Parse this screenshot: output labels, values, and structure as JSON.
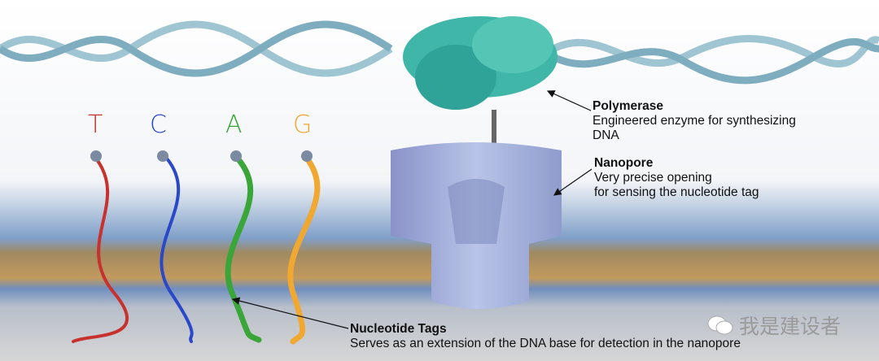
{
  "bases": [
    {
      "letter": "T",
      "color": "#c8322e"
    },
    {
      "letter": "C",
      "color": "#2a48c8"
    },
    {
      "letter": "A",
      "color": "#3aa63a"
    },
    {
      "letter": "G",
      "color": "#f0a830"
    }
  ],
  "labels": {
    "polymerase": {
      "title": "Polymerase",
      "line1": "Engineered enzyme for synthesizing",
      "line2": "DNA"
    },
    "nanopore": {
      "title": "Nanopore",
      "line1": "Very precise opening",
      "line2": "for sensing the nucleotide tag"
    },
    "tags": {
      "title": "Nucleotide Tags",
      "line1": "Serves as an extension of the DNA base for detection in the nanopore"
    }
  },
  "watermark": {
    "text": "我是建设者",
    "icon": "wechat-icon"
  }
}
